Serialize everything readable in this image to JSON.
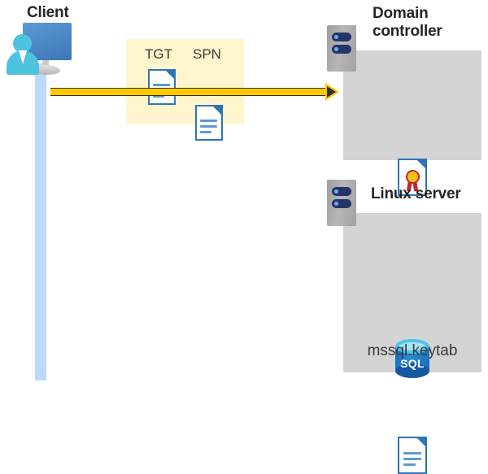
{
  "diagram": {
    "type": "kerberos-authentication-flow",
    "background": "#ffffff",
    "colors": {
      "highlight_box": "#fff5cc",
      "panel_grey": "#d4d4d4",
      "lifeline_blue": "#bcdbfb",
      "arrow_yellow": "#ffc800",
      "doc_blue": "#2e75b6",
      "sql_blue": "#0f6cbd",
      "text_dark": "#262626"
    }
  },
  "client": {
    "title": "Client",
    "monitor_icon": "monitor-icon",
    "person_icon": "user-icon",
    "lifeline_name": "client-lifeline"
  },
  "ticket_box": {
    "items": [
      {
        "label": "TGT",
        "icon": "document-icon"
      },
      {
        "label": "SPN",
        "icon": "document-icon"
      }
    ]
  },
  "arrow": {
    "name": "request-arrow",
    "direction": "right",
    "color": "#ffc800"
  },
  "domain_controller": {
    "title": "Domain\ncontroller",
    "server_icon": "server-rack-icon",
    "contents": [
      {
        "icon": "certificate-icon",
        "label": ""
      }
    ]
  },
  "linux_server": {
    "title": "Linux server",
    "server_icon": "server-rack-icon",
    "contents": [
      {
        "icon": "sql-database-icon",
        "label": "SQL"
      },
      {
        "icon": "document-icon",
        "label": "mssql.keytab"
      }
    ]
  }
}
